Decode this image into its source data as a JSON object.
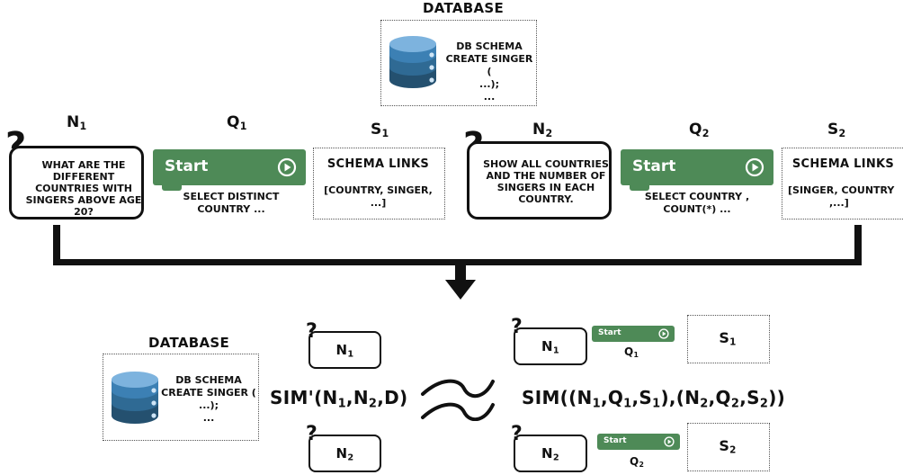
{
  "top_database": {
    "title": "DATABASE",
    "line1": "DB SCHEMA",
    "line2": "CREATE SINGER (",
    "line3": "...);",
    "line4": "..."
  },
  "pair1": {
    "n_label": "N",
    "n_sub": "1",
    "question_mark": "?",
    "question_text": "WHAT ARE THE DIFFERENT COUNTRIES WITH SINGERS ABOVE AGE 20?",
    "q_label": "Q",
    "q_sub": "1",
    "start_label": "Start",
    "sql_line1": "SELECT DISTINCT",
    "sql_line2": "COUNTRY ...",
    "s_label": "S",
    "s_sub": "1",
    "schema_title": "SCHEMA LINKS",
    "schema_line1": "[COUNTRY, SINGER,",
    "schema_line2": "...]"
  },
  "pair2": {
    "n_label": "N",
    "n_sub": "2",
    "question_mark": "?",
    "question_text": "SHOW ALL COUNTRIES AND THE NUMBER OF SINGERS IN EACH COUNTRY.",
    "q_label": "Q",
    "q_sub": "2",
    "start_label": "Start",
    "sql_line1": "SELECT COUNTRY ,",
    "sql_line2": "COUNT(*) ...",
    "s_label": "S",
    "s_sub": "2",
    "schema_title": "SCHEMA LINKS",
    "schema_line1": "[SINGER, COUNTRY",
    "schema_line2": ",...]"
  },
  "bottom_database": {
    "title": "DATABASE",
    "line1": "DB SCHEMA",
    "line2": "CREATE SINGER (",
    "line3": "...);",
    "line4": "..."
  },
  "bottom": {
    "n1_label": "N",
    "n1_sub": "1",
    "n2_label": "N",
    "n2_sub": "2",
    "q1_label": "Q",
    "q1_sub": "1",
    "q2_label": "Q",
    "q2_sub": "2",
    "s1_label": "S",
    "s1_sub": "1",
    "s2_label": "S",
    "s2_sub": "2",
    "start_label": "Start",
    "question_mark": "?",
    "sim_prime_pre": "SIM'(N",
    "sim_prime_mid": ",N",
    "sim_prime_post": ",D)",
    "sim_pre": "SIM((N",
    "sim_a": ",Q",
    "sim_b": ",S",
    "sim_c": "),(N",
    "sim_d": ",Q",
    "sim_e": ",S",
    "sim_post": "))",
    "sub1": "1",
    "sub2": "2"
  },
  "colors": {
    "start_green": "#4e8a57",
    "db_blue_light": "#4a8fc7",
    "db_blue_dark": "#24506f"
  },
  "icons": {
    "db": "database-icon",
    "play": "play-circle-icon",
    "arrow": "arrow-down-icon",
    "approx": "approx-icon"
  }
}
